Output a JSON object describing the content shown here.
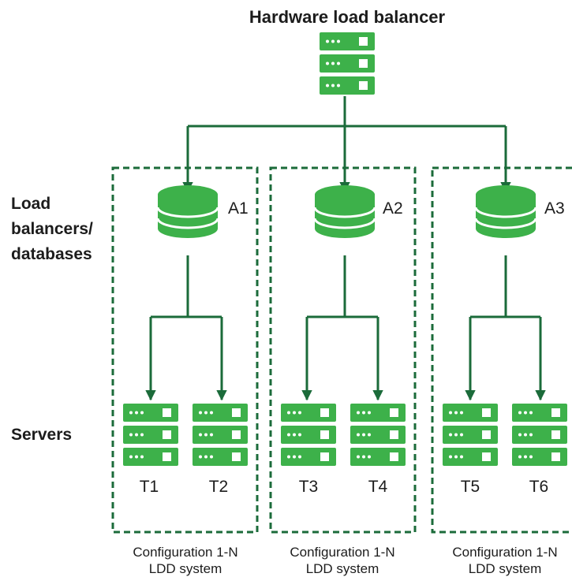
{
  "header": {
    "title": "Hardware load balancer"
  },
  "rows": {
    "balancers_lines": [
      "Load",
      "balancers/",
      "databases"
    ],
    "servers": "Servers"
  },
  "configs": [
    {
      "balancer": "A1",
      "servers": [
        "T1",
        "T2"
      ],
      "caption": [
        "Configuration 1-N",
        "LDD system"
      ]
    },
    {
      "balancer": "A2",
      "servers": [
        "T3",
        "T4"
      ],
      "caption": [
        "Configuration 1-N",
        "LDD system"
      ]
    },
    {
      "balancer": "A3",
      "servers": [
        "T5",
        "T6"
      ],
      "caption": [
        "Configuration 1-N",
        "LDD system"
      ]
    }
  ],
  "colors": {
    "server": "#3db14a",
    "line": "#1b6b3a"
  }
}
